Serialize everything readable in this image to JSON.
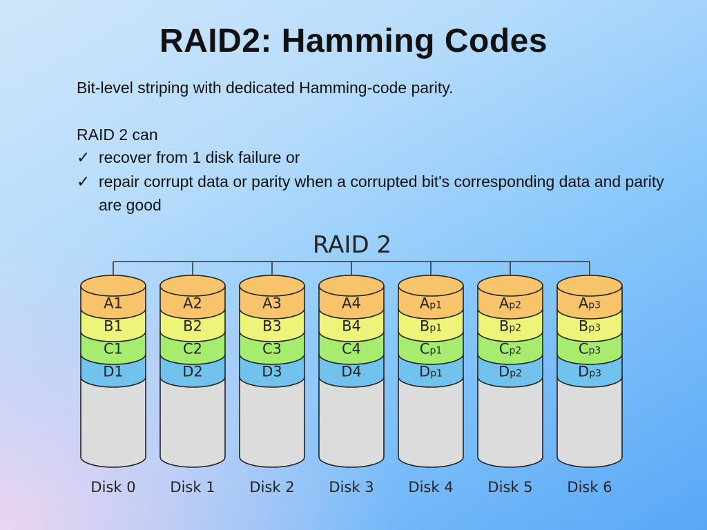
{
  "slide": {
    "title": "RAID2: Hamming Codes",
    "subtitle": "Bit-level striping with dedicated Hamming-code parity.",
    "lead": "RAID 2 can",
    "bullets": [
      "recover from 1 disk failure or",
      "repair corrupt data or parity when a corrupted bit's corresponding data and parity are good"
    ]
  },
  "diagram": {
    "title": "RAID 2",
    "colors": {
      "row_a": "#f7c46c",
      "row_b": "#eef47a",
      "row_c": "#a6ec6e",
      "row_d": "#72c2ee",
      "body": "#dcdcdc"
    },
    "disks": [
      {
        "label": "Disk 0",
        "blocks": [
          {
            "main": "A1",
            "sub": ""
          },
          {
            "main": "B1",
            "sub": ""
          },
          {
            "main": "C1",
            "sub": ""
          },
          {
            "main": "D1",
            "sub": ""
          }
        ]
      },
      {
        "label": "Disk 1",
        "blocks": [
          {
            "main": "A2",
            "sub": ""
          },
          {
            "main": "B2",
            "sub": ""
          },
          {
            "main": "C2",
            "sub": ""
          },
          {
            "main": "D2",
            "sub": ""
          }
        ]
      },
      {
        "label": "Disk 2",
        "blocks": [
          {
            "main": "A3",
            "sub": ""
          },
          {
            "main": "B3",
            "sub": ""
          },
          {
            "main": "C3",
            "sub": ""
          },
          {
            "main": "D3",
            "sub": ""
          }
        ]
      },
      {
        "label": "Disk 3",
        "blocks": [
          {
            "main": "A4",
            "sub": ""
          },
          {
            "main": "B4",
            "sub": ""
          },
          {
            "main": "C4",
            "sub": ""
          },
          {
            "main": "D4",
            "sub": ""
          }
        ]
      },
      {
        "label": "Disk 4",
        "blocks": [
          {
            "main": "A",
            "sub": "p1"
          },
          {
            "main": "B",
            "sub": "p1"
          },
          {
            "main": "C",
            "sub": "p1"
          },
          {
            "main": "D",
            "sub": "p1"
          }
        ]
      },
      {
        "label": "Disk 5",
        "blocks": [
          {
            "main": "A",
            "sub": "p2"
          },
          {
            "main": "B",
            "sub": "p2"
          },
          {
            "main": "C",
            "sub": "p2"
          },
          {
            "main": "D",
            "sub": "p2"
          }
        ]
      },
      {
        "label": "Disk 6",
        "blocks": [
          {
            "main": "A",
            "sub": "p3"
          },
          {
            "main": "B",
            "sub": "p3"
          },
          {
            "main": "C",
            "sub": "p3"
          },
          {
            "main": "D",
            "sub": "p3"
          }
        ]
      }
    ]
  }
}
